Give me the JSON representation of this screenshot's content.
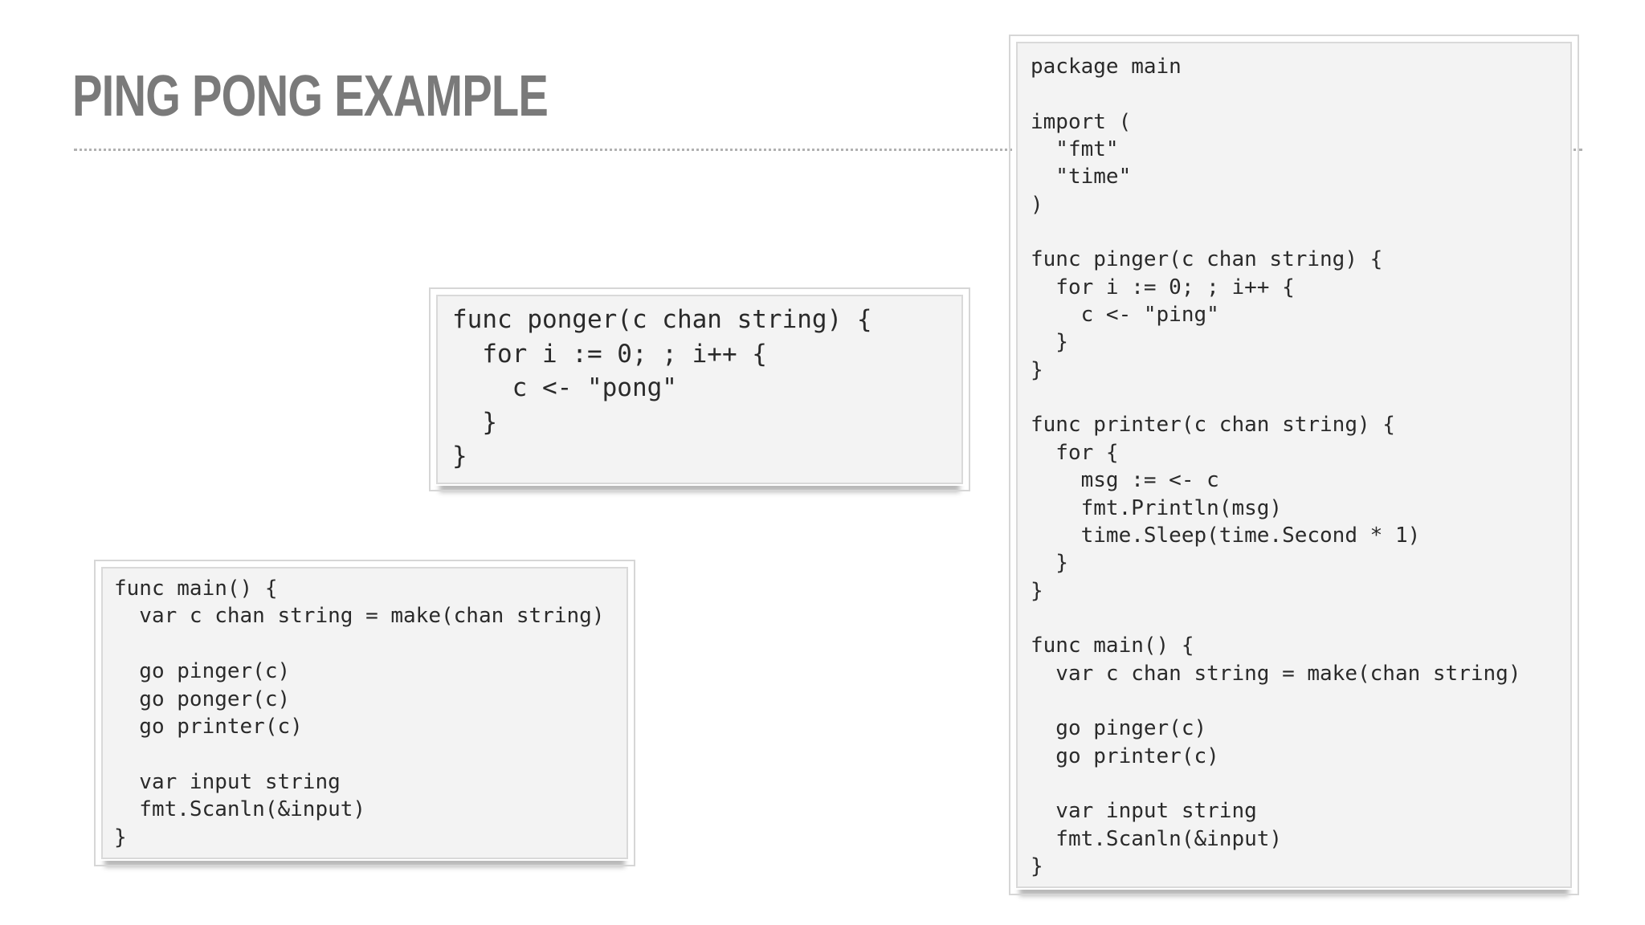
{
  "slide": {
    "title": "PING PONG EXAMPLE"
  },
  "snippets": {
    "ponger": [
      "func ponger(c chan string) {",
      "  for i := 0; ; i++ {",
      "    c <- \"pong\"",
      "  }",
      "}"
    ],
    "main": [
      "func main() {",
      "  var c chan string = make(chan string)",
      "",
      "  go pinger(c)",
      "  go ponger(c)",
      "  go printer(c)",
      "",
      "  var input string",
      "  fmt.Scanln(&input)",
      "}"
    ],
    "full_program": [
      "package main",
      "",
      "import (",
      "  \"fmt\"",
      "  \"time\"",
      ")",
      "",
      "func pinger(c chan string) {",
      "  for i := 0; ; i++ {",
      "    c <- \"ping\"",
      "  }",
      "}",
      "",
      "func printer(c chan string) {",
      "  for {",
      "    msg := <- c",
      "    fmt.Println(msg)",
      "    time.Sleep(time.Second * 1)",
      "  }",
      "}",
      "",
      "func main() {",
      "  var c chan string = make(chan string)",
      "",
      "  go pinger(c)",
      "  go printer(c)",
      "",
      "  var input string",
      "  fmt.Scanln(&input)",
      "}"
    ]
  }
}
